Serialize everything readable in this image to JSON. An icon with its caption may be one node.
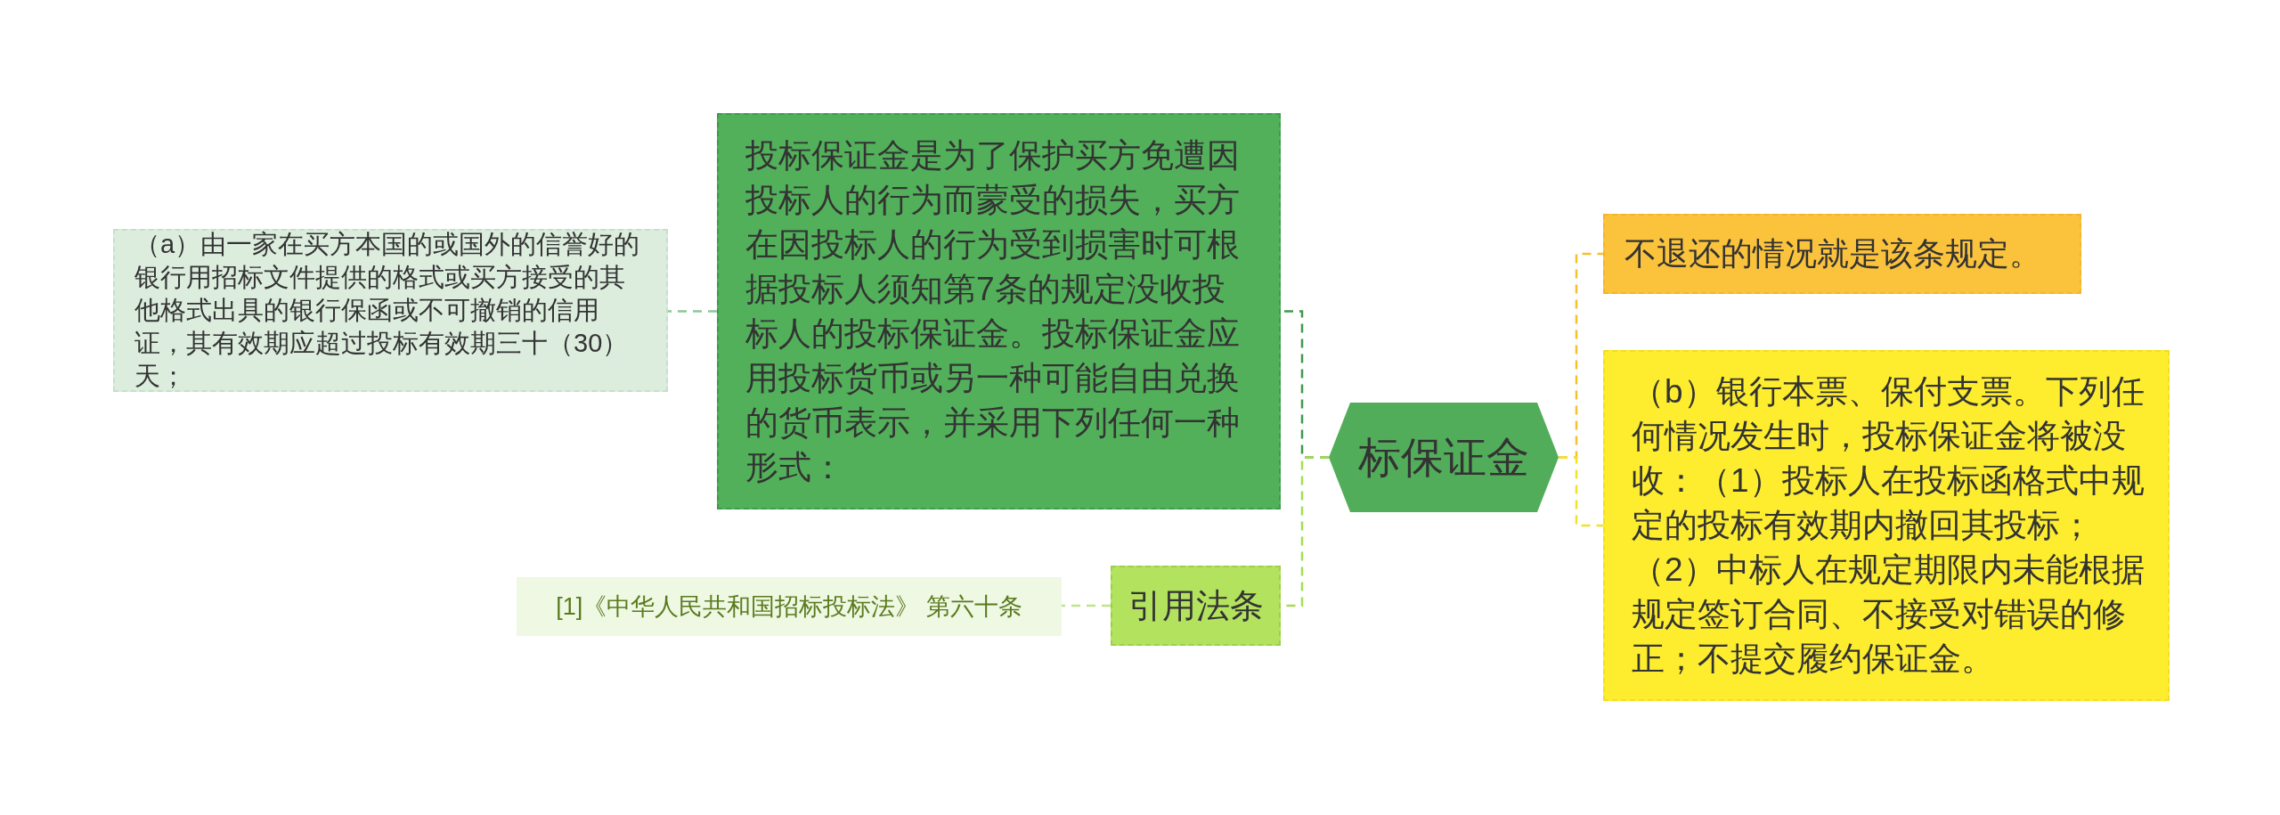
{
  "diagram": {
    "nodes": [
      {
        "text": [
          "标保证金"
        ]
      },
      {
        "text": [
          "投标保证金是为了保护买方免遭因投标人的行为而蒙受的损失，买方在因投标人的行为受到损害时可根据投标人须知第7条的规定没收投标人的投标保证金。投标保证金应用投标货币或另一种可能自由兑换的货币表示，并采用下列任何一种形式："
        ]
      },
      {
        "text": [
          "（a）由一家在买方本国的或国外的信誉好的银行用招标文件提供的格式或买方接受的其他格式出具的银行保函或不可撤销的信用证，其有效期应超过投标有效期三十（30）天；"
        ]
      },
      {
        "text": [
          "引用法条"
        ]
      },
      {
        "text": [
          "[1]《中华人民共和国招标投标法》 第六十条"
        ]
      },
      {
        "text": [
          "不退还的情况就是该条规定。"
        ]
      },
      {
        "text": [
          "（b）银行本票、保付支票。下列任何情况发生时，投标保证金将被没收：（1）投标人在投标函格式中规定的投标有效期内撤回其投标；（2）中标人在规定期限内未能根据规定签订合同、不接受对错误的修正；不提交履约保证金。"
        ]
      }
    ],
    "edges": [
      {
        "from": 0,
        "to": 1,
        "arrow": "none",
        "style": "dashed",
        "color": "#3f9a4c"
      },
      {
        "from": 1,
        "to": 2,
        "arrow": "none",
        "style": "dashed",
        "color": "#8cc79a"
      },
      {
        "from": 0,
        "to": 3,
        "arrow": "none",
        "style": "dashed",
        "color": "#a6dc52"
      },
      {
        "from": 3,
        "to": 4,
        "arrow": "none",
        "style": "dashed",
        "color": "#bfe58a"
      },
      {
        "from": 0,
        "to": 5,
        "arrow": "none",
        "style": "dashed",
        "color": "#f5c02f"
      },
      {
        "from": 0,
        "to": 6,
        "arrow": "none",
        "style": "dashed",
        "color": "#f2e12c"
      }
    ]
  }
}
